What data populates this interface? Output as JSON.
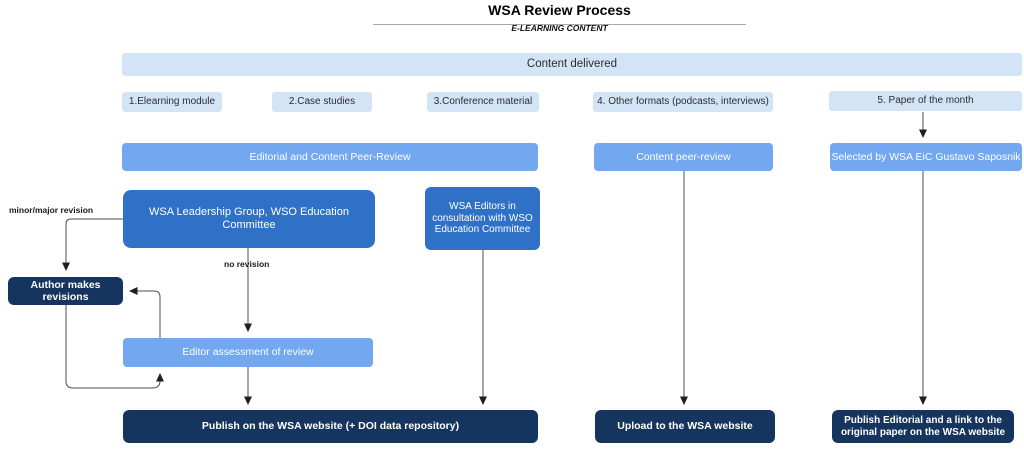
{
  "title": "WSA Review Process",
  "subtitle": "E-LEARNING CONTENT",
  "banner": {
    "label": "Content delivered"
  },
  "sources": [
    {
      "label": "1.Elearning module"
    },
    {
      "label": "2.Case studies"
    },
    {
      "label": "3.Conference material"
    },
    {
      "label": "4. Other formats (podcasts, interviews)"
    },
    {
      "label": "5. Paper of the month"
    }
  ],
  "review_stage": {
    "editorial_content_peer_review": "Editorial and Content Peer-Review",
    "content_peer_review": "Content peer-review",
    "selected_by": "Selected by WSA EiC Gustavo Saposnik"
  },
  "committees": {
    "leadership": "WSA Leadership Group, WSO Education Committee",
    "editors": "WSA Editors in consultation with WSO Education Committee"
  },
  "revision_loop": {
    "minor_major_label": "minor/major revision",
    "no_revision_label": "no revision",
    "author_revisions": "Author makes revisions",
    "editor_assessment": "Editor assessment of review"
  },
  "outputs": {
    "publish_wsa": "Publish on the WSA website (+ DOI data repository)",
    "upload_wsa": "Upload to the WSA website",
    "publish_editorial": "Publish Editorial and a link to the original paper on the WSA website"
  },
  "colors": {
    "pale_blue": "#d4e4f7",
    "light_blue": "#73a7f0",
    "medium_blue": "#2f71c6",
    "navy": "#16355e",
    "line": "#4d4d4d",
    "arrowhead": "#1f1f1f"
  }
}
